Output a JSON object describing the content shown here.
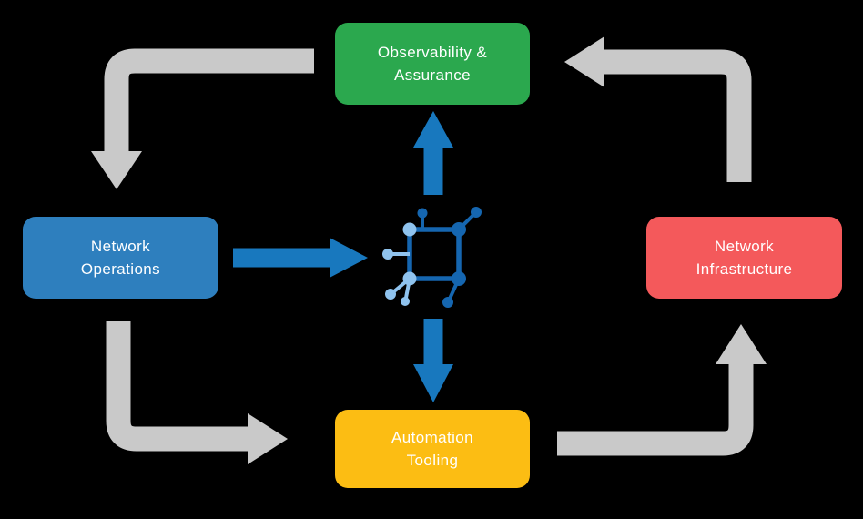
{
  "colors": {
    "background": "#000000",
    "text": "#FFFFFF",
    "green": "#2BA84E",
    "blue": "#2E7FBE",
    "red": "#F4595B",
    "yellow": "#FCBD13",
    "arrow_gray": "#C9C9C9",
    "arrow_blue": "#1878BE",
    "icon_dark": "#1566B0",
    "icon_light": "#8FC3EE"
  },
  "nodes": {
    "observability": {
      "line1": "Observability &",
      "line2": "Assurance"
    },
    "operations": {
      "line1": "Network",
      "line2": "Operations"
    },
    "infrastructure": {
      "line1": "Network",
      "line2": "Infrastructure"
    },
    "automation": {
      "line1": "Automation",
      "line2": "Tooling"
    }
  }
}
